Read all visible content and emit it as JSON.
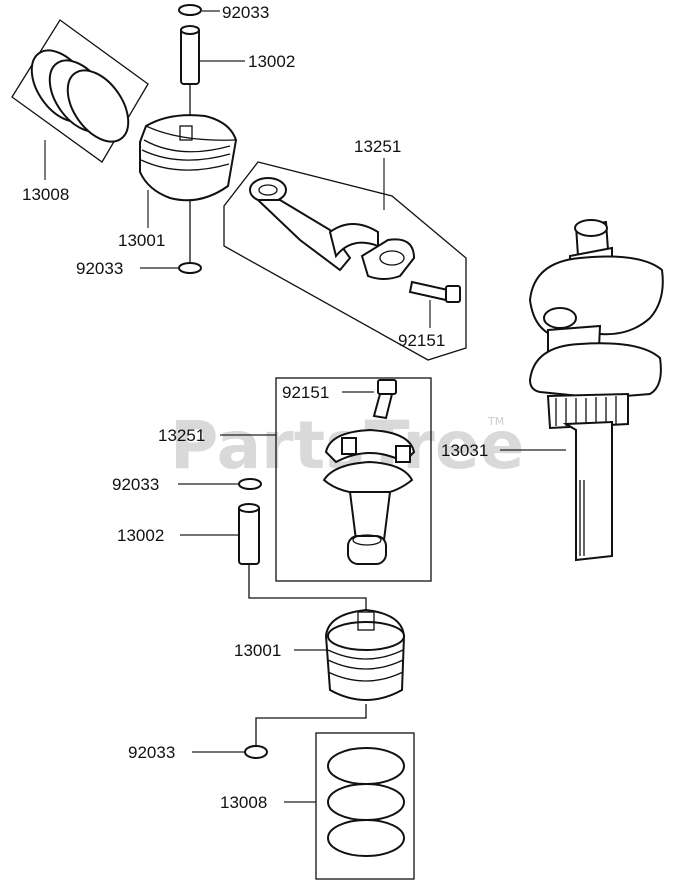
{
  "watermark": {
    "text": "PartsTree",
    "tm": "TM"
  },
  "labels": {
    "top_ring_clip": "92033",
    "top_pin": "13002",
    "top_rings": "13008",
    "top_piston": "13001",
    "top_clip_lower": "92033",
    "top_rod": "13251",
    "top_bolt": "92151",
    "mid_bolt": "92151",
    "mid_rod": "13251",
    "crankshaft": "13031",
    "mid_clip": "92033",
    "mid_pin": "13002",
    "bottom_piston": "13001",
    "bottom_clip": "92033",
    "bottom_rings": "13008"
  }
}
